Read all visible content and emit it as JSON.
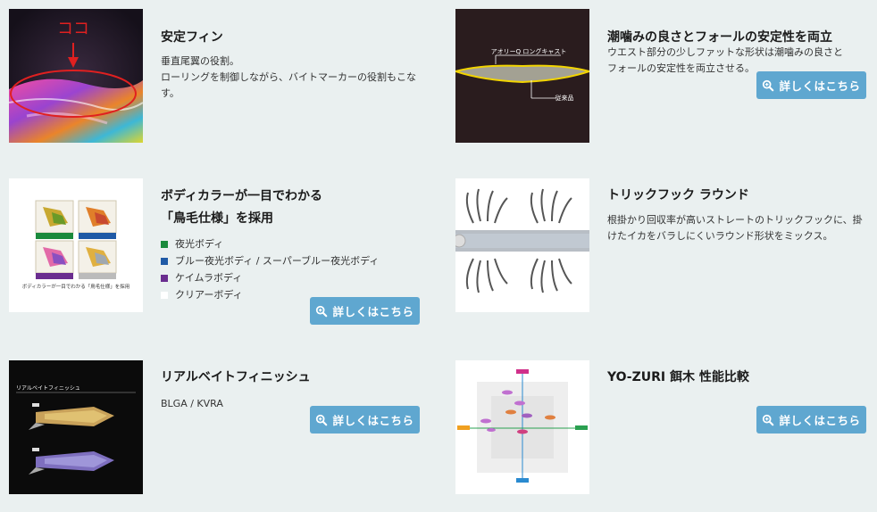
{
  "features": [
    {
      "id": "fin",
      "title_lines": [
        "安定フィン"
      ],
      "desc_lines": [
        "垂直尾翼の役割。",
        "ローリングを制御しながら、バイトマーカーの役割もこな",
        "す。"
      ],
      "image_text": [
        "ココ"
      ],
      "has_button": false
    },
    {
      "id": "stability",
      "title_lines": [
        "潮噛みの良さとフォールの安定性を両立"
      ],
      "desc_lines": [
        "ウエスト部分の少しファットな形状は潮噛みの良さと",
        "フォールの安定性を両立させる。"
      ],
      "image_text": [
        "アオリーQ ロングキャスト",
        "従来品"
      ],
      "has_button": true,
      "button_label": "詳しくはこちら"
    },
    {
      "id": "body-color",
      "title_lines": [
        "ボディカラーが一目でわかる",
        "「鳥毛仕様」を採用"
      ],
      "colors": [
        {
          "label": "夜光ボディ",
          "color": "#1a8a3c"
        },
        {
          "label": "ブルー夜光ボディ / スーパーブルー夜光ボディ",
          "color": "#1f5aa6"
        },
        {
          "label": "ケイムラボディ",
          "color": "#6a2d8f"
        },
        {
          "label": "クリアーボディ",
          "color": "#ffffff"
        }
      ],
      "image_text": [
        "ボディカラーが一目でわかる「鳥毛仕様」を採用"
      ],
      "has_button": true,
      "button_label": "詳しくはこちら"
    },
    {
      "id": "trick-hook",
      "title_lines": [
        "トリックフック ラウンド"
      ],
      "desc_lines": [
        "根掛かり回収率が高いストレートのトリックフックに、掛",
        "けたイカをバラしにくいラウンド形状をミックス。"
      ],
      "has_button": false
    },
    {
      "id": "real-bait",
      "title_lines": [
        "リアルベイトフィニッシュ"
      ],
      "desc_lines": [
        "BLGA / KVRA"
      ],
      "image_text": [
        "リアルベイトフィニッシュ"
      ],
      "has_button": true,
      "button_label": "詳しくはこちら"
    },
    {
      "id": "compare",
      "title_lines": [
        "YO-ZURI 餌木 性能比較"
      ],
      "has_button": true,
      "button_label": "詳しくはこちら"
    }
  ],
  "colors": {
    "page_bg": "#eaf0f0",
    "button_bg": "#5fa7d0",
    "button_text": "#ffffff"
  }
}
